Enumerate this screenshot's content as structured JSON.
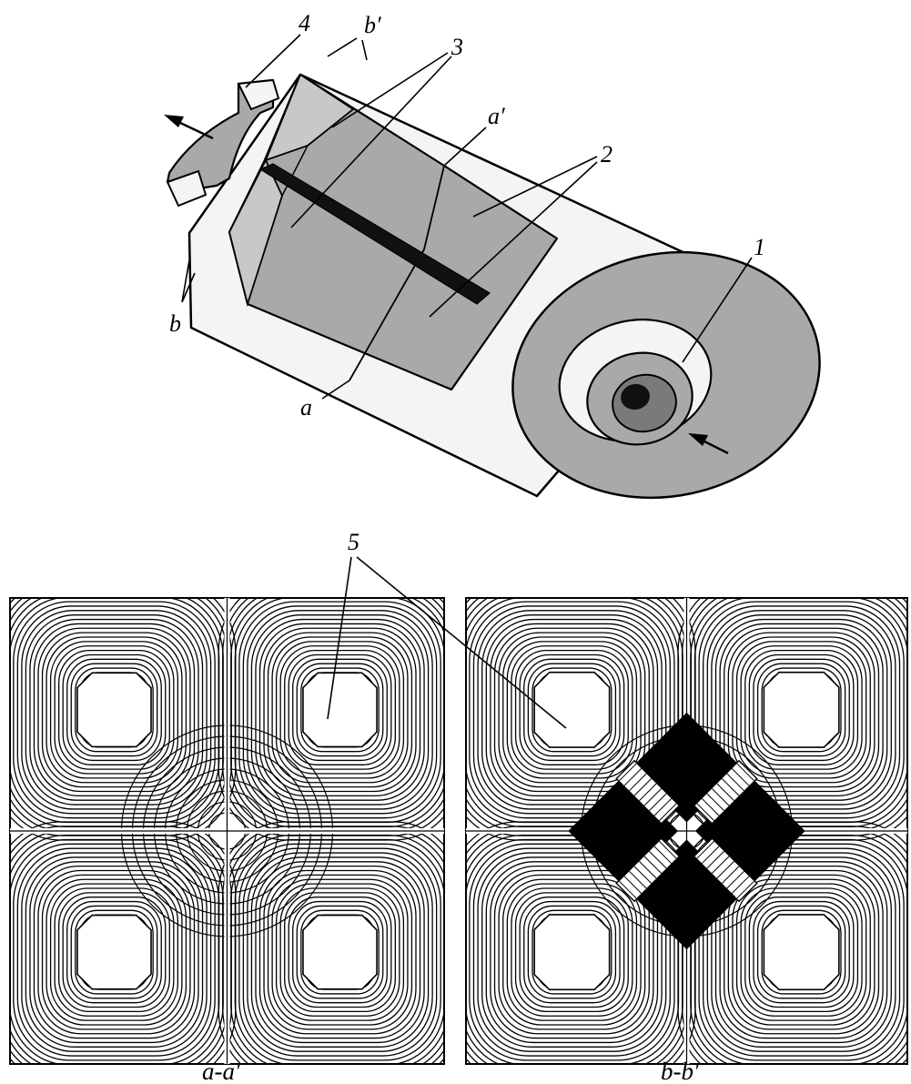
{
  "labels": {
    "n1": "1",
    "n2": "2",
    "n3": "3",
    "n4": "4",
    "n5": "5",
    "a": "a",
    "a_prime": "a′",
    "b": "b",
    "b_prime": "b′"
  },
  "captions": {
    "left": "a-a′",
    "right": "b-b′"
  },
  "colors": {
    "ink": "#000000",
    "paper": "#ffffff",
    "surface_light": "#f4f4f4",
    "surface_gray": "#a9a9a9",
    "surface_mid": "#c8c8c8",
    "inner_dark": "#7a7a7a"
  }
}
